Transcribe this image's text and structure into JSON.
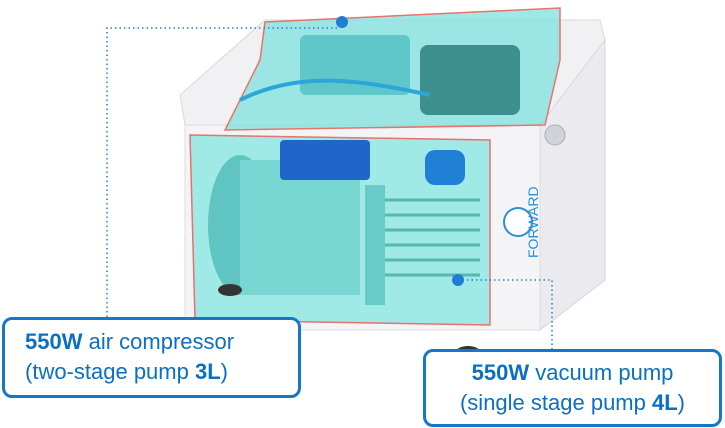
{
  "brand_logo": "FORWARD",
  "callouts": {
    "air_compressor": {
      "power": "550W",
      "name": " air compressor",
      "detail_prefix": "(two-stage pump ",
      "capacity": "3L",
      "detail_suffix": ")"
    },
    "vacuum_pump": {
      "power": "550W",
      "name": " vacuum pump",
      "detail_prefix": "(single stage pump ",
      "capacity": "4L",
      "detail_suffix": ")"
    }
  },
  "colors": {
    "callout_blue": "#1577c9",
    "highlight_cyan": "#7fe0e0",
    "highlight_border": "#e8736a"
  }
}
